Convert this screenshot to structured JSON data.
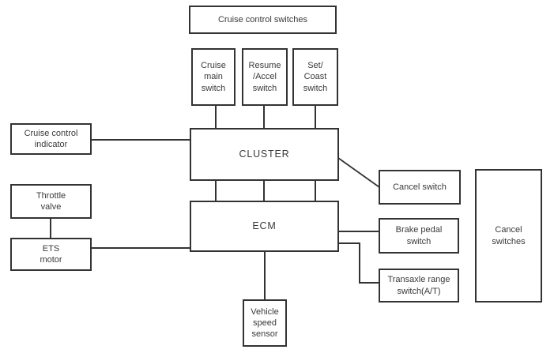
{
  "colors": {
    "background": "#ffffff",
    "line": "#333333",
    "text": "#3a3a3a"
  },
  "diagram": {
    "description": "Cruise control system block diagram",
    "nodes": {
      "cruise_control_switches": {
        "label": "Cruise control switches"
      },
      "cruise_main_switch": {
        "label": "Cruise\nmain\nswitch"
      },
      "resume_accel_switch": {
        "label": "Resume\n/Accel\nswitch"
      },
      "set_coast_switch": {
        "label": "Set/\nCoast\nswitch"
      },
      "cluster": {
        "label": "CLUSTER"
      },
      "cruise_control_indicator": {
        "label": "Cruise control\nindicator"
      },
      "throttle_valve": {
        "label": "Throttle\nvalve"
      },
      "ets_motor": {
        "label": "ETS\nmotor"
      },
      "ecm": {
        "label": "ECM"
      },
      "cancel_switch": {
        "label": "Cancel switch"
      },
      "brake_pedal_switch": {
        "label": "Brake pedal\nswitch"
      },
      "transaxle_range_switch": {
        "label": "Transaxle range\nswitch(A/T)"
      },
      "cancel_switches": {
        "label": "Cancel\nswitches"
      },
      "vehicle_speed_sensor": {
        "label": "Vehicle\nspeed\nsensor"
      }
    },
    "edges": [
      {
        "from": "cruise_main_switch",
        "to": "cluster",
        "lines": 1
      },
      {
        "from": "resume_accel_switch",
        "to": "cluster",
        "lines": 1
      },
      {
        "from": "set_coast_switch",
        "to": "cluster",
        "lines": 1
      },
      {
        "from": "cruise_control_indicator",
        "to": "cluster",
        "lines": 1
      },
      {
        "from": "cluster",
        "to": "ecm",
        "lines": 3
      },
      {
        "from": "cluster",
        "to": "cancel_switch",
        "lines": 1
      },
      {
        "from": "throttle_valve",
        "to": "ets_motor",
        "lines": 1
      },
      {
        "from": "ets_motor",
        "to": "ecm",
        "lines": 1
      },
      {
        "from": "ecm",
        "to": "brake_pedal_switch",
        "lines": 1
      },
      {
        "from": "ecm",
        "to": "transaxle_range_switch",
        "lines": 1
      },
      {
        "from": "ecm",
        "to": "vehicle_speed_sensor",
        "lines": 1
      }
    ]
  }
}
